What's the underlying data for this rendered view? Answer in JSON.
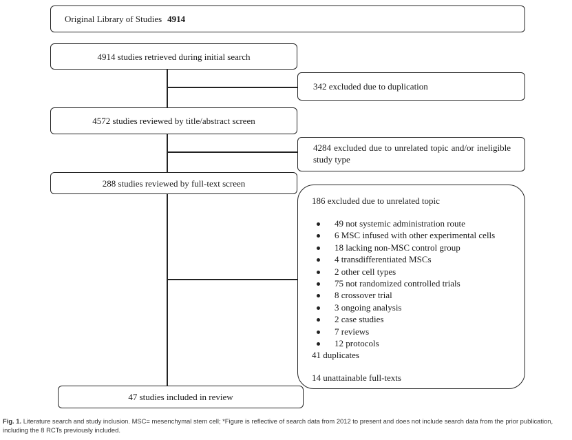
{
  "library": {
    "label": "Original Library of Studies",
    "count": "4914"
  },
  "steps": {
    "retrieved": "4914 studies retrieved during initial search",
    "duplication": "342 excluded due to duplication",
    "title_abstract": "4572 studies reviewed by title/abstract screen",
    "unrelated": "4284 excluded due to unrelated topic and/or ineligible study type",
    "full_text": "288 studies reviewed by full-text screen",
    "included": "47 studies included in review"
  },
  "excluded": {
    "title": "186 excluded due to unrelated topic",
    "items": [
      "49 not systemic administration route",
      "6 MSC infused with other experimental cells",
      "18 lacking non-MSC control group",
      "4 transdifferentiated MSCs",
      "2 other cell types",
      "75 not randomized controlled trials",
      "8 crossover trial",
      "3 ongoing analysis",
      "2 case studies",
      "7 reviews",
      "12 protocols"
    ],
    "duplicates": "41 duplicates",
    "unattainable": "14 unattainable full-texts"
  },
  "caption": {
    "fig_label": "Fig. 1.",
    "text": "Literature search and study inclusion. MSC= mesenchymal stem cell; *Figure is reflective of search data from 2012 to present and does not include search data from the prior publication, including the 8 RCTs previously included."
  }
}
